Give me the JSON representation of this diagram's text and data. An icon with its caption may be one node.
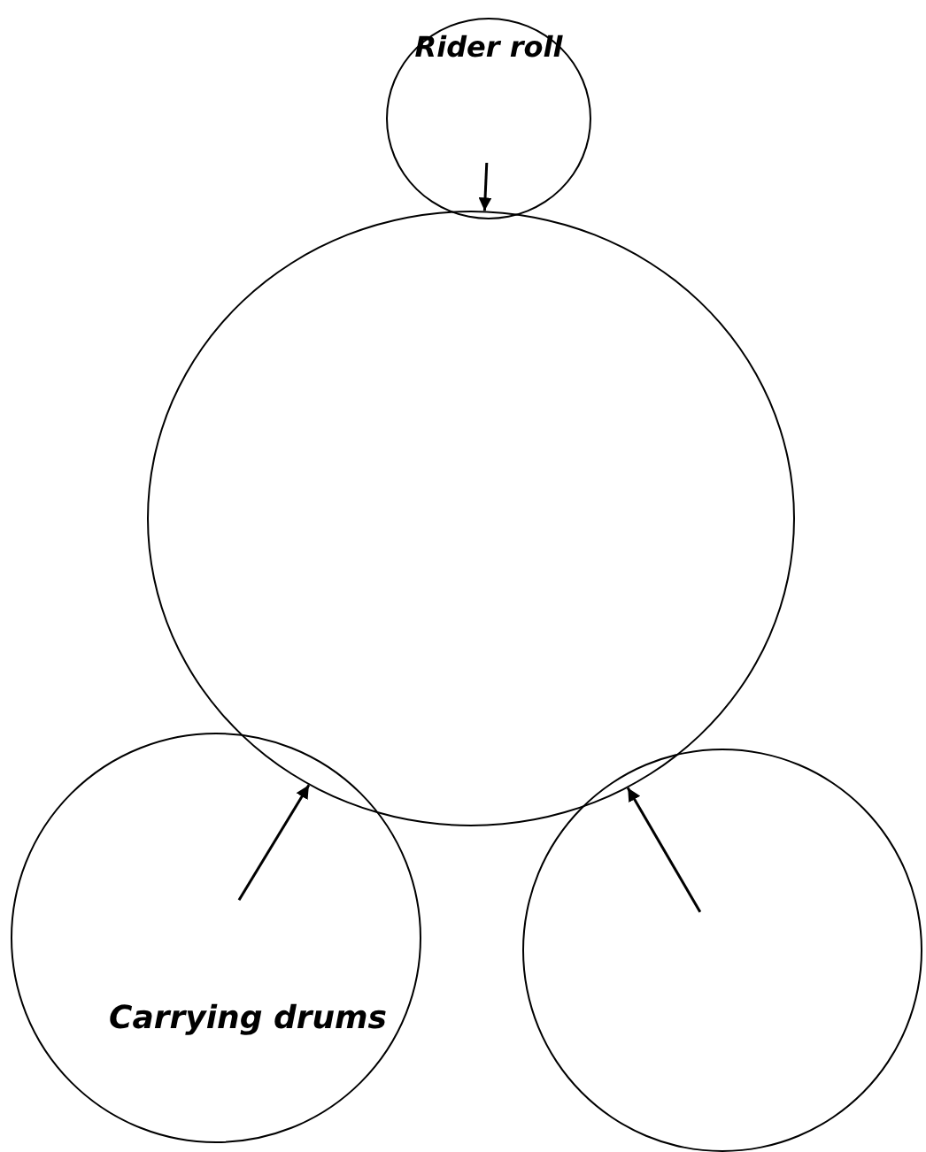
{
  "diagram": {
    "nodes": [
      {
        "text": [
          "Rider roll"
        ]
      },
      {
        "text": [],
        "shape": "circle"
      },
      {
        "text": [
          "Carrying drums"
        ]
      },
      {
        "text": [],
        "shape": "circle"
      }
    ],
    "edges": [
      {
        "from": 0,
        "to": 1,
        "arrow": "to"
      },
      {
        "from": 2,
        "to": 1,
        "arrow": "to"
      },
      {
        "from": 3,
        "to": 1,
        "arrow": "to"
      }
    ]
  }
}
